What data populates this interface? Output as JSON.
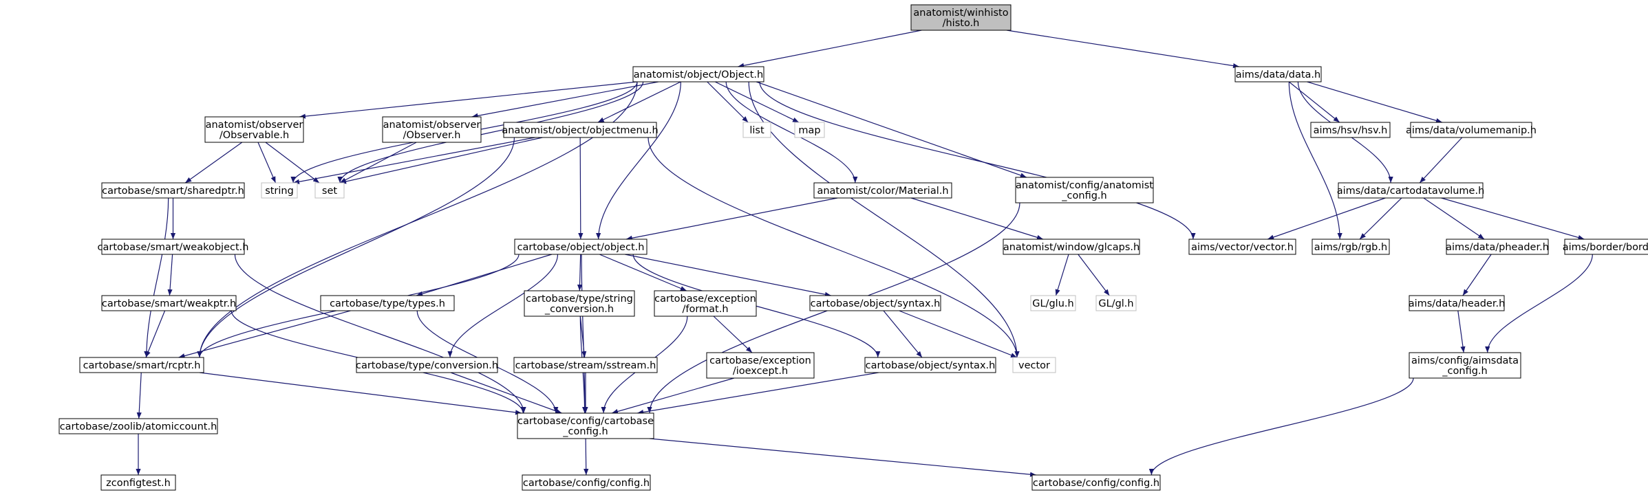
{
  "graph": {
    "colors": {
      "edge": "#191970",
      "node_border": "#000000",
      "missing_border": "#bfbfbf",
      "root_fill": "#bfbfbf",
      "node_fill": "#ffffff"
    },
    "nodes": [
      {
        "id": "winhisto",
        "lines": [
          "anatomist/winhisto",
          "/histo.h"
        ],
        "kind": "root"
      },
      {
        "id": "object_h",
        "lines": [
          "anatomist/object/Object.h"
        ],
        "kind": "normal"
      },
      {
        "id": "aims_data",
        "lines": [
          "aims/data/data.h"
        ],
        "kind": "normal"
      },
      {
        "id": "observable",
        "lines": [
          "anatomist/observer",
          "/Observable.h"
        ],
        "kind": "normal"
      },
      {
        "id": "observer",
        "lines": [
          "anatomist/observer",
          "/Observer.h"
        ],
        "kind": "normal"
      },
      {
        "id": "objectmenu",
        "lines": [
          "anatomist/object/objectmenu.h"
        ],
        "kind": "normal"
      },
      {
        "id": "list",
        "lines": [
          "list"
        ],
        "kind": "missing"
      },
      {
        "id": "map",
        "lines": [
          "map"
        ],
        "kind": "missing"
      },
      {
        "id": "anat_config",
        "lines": [
          "anatomist/config/anatomist",
          "_config.h"
        ],
        "kind": "normal"
      },
      {
        "id": "hsv",
        "lines": [
          "aims/hsv/hsv.h"
        ],
        "kind": "normal"
      },
      {
        "id": "volmanip",
        "lines": [
          "aims/data/volumemanip.h"
        ],
        "kind": "normal"
      },
      {
        "id": "sharedptr",
        "lines": [
          "cartobase/smart/sharedptr.h"
        ],
        "kind": "normal"
      },
      {
        "id": "string",
        "lines": [
          "string"
        ],
        "kind": "missing"
      },
      {
        "id": "set",
        "lines": [
          "set"
        ],
        "kind": "missing"
      },
      {
        "id": "material",
        "lines": [
          "anatomist/color/Material.h"
        ],
        "kind": "normal"
      },
      {
        "id": "cartodatavol",
        "lines": [
          "aims/data/cartodatavolume.h"
        ],
        "kind": "normal"
      },
      {
        "id": "weakobject",
        "lines": [
          "cartobase/smart/weakobject.h"
        ],
        "kind": "normal"
      },
      {
        "id": "cb_object",
        "lines": [
          "cartobase/object/object.h"
        ],
        "kind": "normal"
      },
      {
        "id": "glcaps",
        "lines": [
          "anatomist/window/glcaps.h"
        ],
        "kind": "normal"
      },
      {
        "id": "vector_h",
        "lines": [
          "aims/vector/vector.h"
        ],
        "kind": "normal"
      },
      {
        "id": "rgb",
        "lines": [
          "aims/rgb/rgb.h"
        ],
        "kind": "normal"
      },
      {
        "id": "pheader",
        "lines": [
          "aims/data/pheader.h"
        ],
        "kind": "normal"
      },
      {
        "id": "border",
        "lines": [
          "aims/border/border.h"
        ],
        "kind": "normal"
      },
      {
        "id": "weakptr",
        "lines": [
          "cartobase/smart/weakptr.h"
        ],
        "kind": "normal"
      },
      {
        "id": "types",
        "lines": [
          "cartobase/type/types.h"
        ],
        "kind": "normal"
      },
      {
        "id": "string_conv",
        "lines": [
          "cartobase/type/string",
          "_conversion.h"
        ],
        "kind": "normal"
      },
      {
        "id": "exc_format",
        "lines": [
          "cartobase/exception",
          "/format.h"
        ],
        "kind": "normal"
      },
      {
        "id": "syntax1",
        "lines": [
          "cartobase/object/syntax.h"
        ],
        "kind": "normal"
      },
      {
        "id": "glu",
        "lines": [
          "GL/glu.h"
        ],
        "kind": "missing"
      },
      {
        "id": "gl",
        "lines": [
          "GL/gl.h"
        ],
        "kind": "missing"
      },
      {
        "id": "header",
        "lines": [
          "aims/data/header.h"
        ],
        "kind": "normal"
      },
      {
        "id": "rcptr",
        "lines": [
          "cartobase/smart/rcptr.h"
        ],
        "kind": "normal"
      },
      {
        "id": "conversion",
        "lines": [
          "cartobase/type/conversion.h"
        ],
        "kind": "normal"
      },
      {
        "id": "sstream",
        "lines": [
          "cartobase/stream/sstream.h"
        ],
        "kind": "normal"
      },
      {
        "id": "ioexcept",
        "lines": [
          "cartobase/exception",
          "/ioexcept.h"
        ],
        "kind": "normal"
      },
      {
        "id": "syntax2",
        "lines": [
          "cartobase/object/syntax.h"
        ],
        "kind": "normal"
      },
      {
        "id": "vector",
        "lines": [
          "vector"
        ],
        "kind": "missing"
      },
      {
        "id": "aimsdata_cfg",
        "lines": [
          "aims/config/aimsdata",
          "_config.h"
        ],
        "kind": "normal"
      },
      {
        "id": "atomiccount",
        "lines": [
          "cartobase/zoolib/atomiccount.h"
        ],
        "kind": "normal"
      },
      {
        "id": "cb_config",
        "lines": [
          "cartobase/config/cartobase",
          "_config.h"
        ],
        "kind": "normal"
      },
      {
        "id": "zconfigtest",
        "lines": [
          "zconfigtest.h"
        ],
        "kind": "normal"
      },
      {
        "id": "config1",
        "lines": [
          "cartobase/config/config.h"
        ],
        "kind": "normal"
      },
      {
        "id": "config2",
        "lines": [
          "cartobase/config/config.h"
        ],
        "kind": "normal"
      }
    ],
    "edges": [
      [
        "winhisto",
        "object_h"
      ],
      [
        "winhisto",
        "aims_data"
      ],
      [
        "object_h",
        "observable"
      ],
      [
        "object_h",
        "observer"
      ],
      [
        "object_h",
        "objectmenu"
      ],
      [
        "object_h",
        "list"
      ],
      [
        "object_h",
        "map"
      ],
      [
        "object_h",
        "string"
      ],
      [
        "object_h",
        "set"
      ],
      [
        "object_h",
        "rcptr"
      ],
      [
        "object_h",
        "cb_object"
      ],
      [
        "object_h",
        "material"
      ],
      [
        "object_h",
        "vector"
      ],
      [
        "object_h",
        "anat_config"
      ],
      [
        "object_h",
        "vector_h"
      ],
      [
        "aims_data",
        "hsv"
      ],
      [
        "aims_data",
        "volmanip"
      ],
      [
        "aims_data",
        "cartodatavol"
      ],
      [
        "aims_data",
        "rgb"
      ],
      [
        "observable",
        "sharedptr"
      ],
      [
        "observable",
        "string"
      ],
      [
        "observable",
        "set"
      ],
      [
        "observer",
        "set"
      ],
      [
        "objectmenu",
        "string"
      ],
      [
        "objectmenu",
        "set"
      ],
      [
        "objectmenu",
        "rcptr"
      ],
      [
        "objectmenu",
        "cb_object"
      ],
      [
        "objectmenu",
        "vector"
      ],
      [
        "volmanip",
        "cartodatavol"
      ],
      [
        "sharedptr",
        "weakobject"
      ],
      [
        "sharedptr",
        "rcptr"
      ],
      [
        "material",
        "cb_object"
      ],
      [
        "material",
        "glcaps"
      ],
      [
        "cartodatavol",
        "vector_h"
      ],
      [
        "cartodatavol",
        "rgb"
      ],
      [
        "cartodatavol",
        "pheader"
      ],
      [
        "cartodatavol",
        "border"
      ],
      [
        "anat_config",
        "cb_config"
      ],
      [
        "weakobject",
        "weakptr"
      ],
      [
        "weakobject",
        "cb_config"
      ],
      [
        "cb_object",
        "types"
      ],
      [
        "cb_object",
        "string_conv"
      ],
      [
        "cb_object",
        "exc_format"
      ],
      [
        "cb_object",
        "syntax1"
      ],
      [
        "cb_object",
        "syntax2"
      ],
      [
        "cb_object",
        "conversion"
      ],
      [
        "cb_object",
        "rcptr"
      ],
      [
        "cb_object",
        "cb_config"
      ],
      [
        "glcaps",
        "glu"
      ],
      [
        "glcaps",
        "gl"
      ],
      [
        "pheader",
        "header"
      ],
      [
        "header",
        "aimsdata_cfg"
      ],
      [
        "border",
        "aimsdata_cfg"
      ],
      [
        "weakptr",
        "rcptr"
      ],
      [
        "weakptr",
        "cb_config"
      ],
      [
        "types",
        "rcptr"
      ],
      [
        "types",
        "cb_config"
      ],
      [
        "string_conv",
        "sstream"
      ],
      [
        "string_conv",
        "cb_config"
      ],
      [
        "exc_format",
        "ioexcept"
      ],
      [
        "exc_format",
        "cb_config"
      ],
      [
        "syntax1",
        "syntax2"
      ],
      [
        "syntax1",
        "vector"
      ],
      [
        "rcptr",
        "atomiccount"
      ],
      [
        "rcptr",
        "cb_config"
      ],
      [
        "conversion",
        "cb_config"
      ],
      [
        "sstream",
        "cb_config"
      ],
      [
        "ioexcept",
        "cb_config"
      ],
      [
        "syntax2",
        "cb_config"
      ],
      [
        "aimsdata_cfg",
        "config2"
      ],
      [
        "atomiccount",
        "zconfigtest"
      ],
      [
        "cb_config",
        "config1"
      ],
      [
        "cb_config",
        "config2"
      ]
    ]
  }
}
